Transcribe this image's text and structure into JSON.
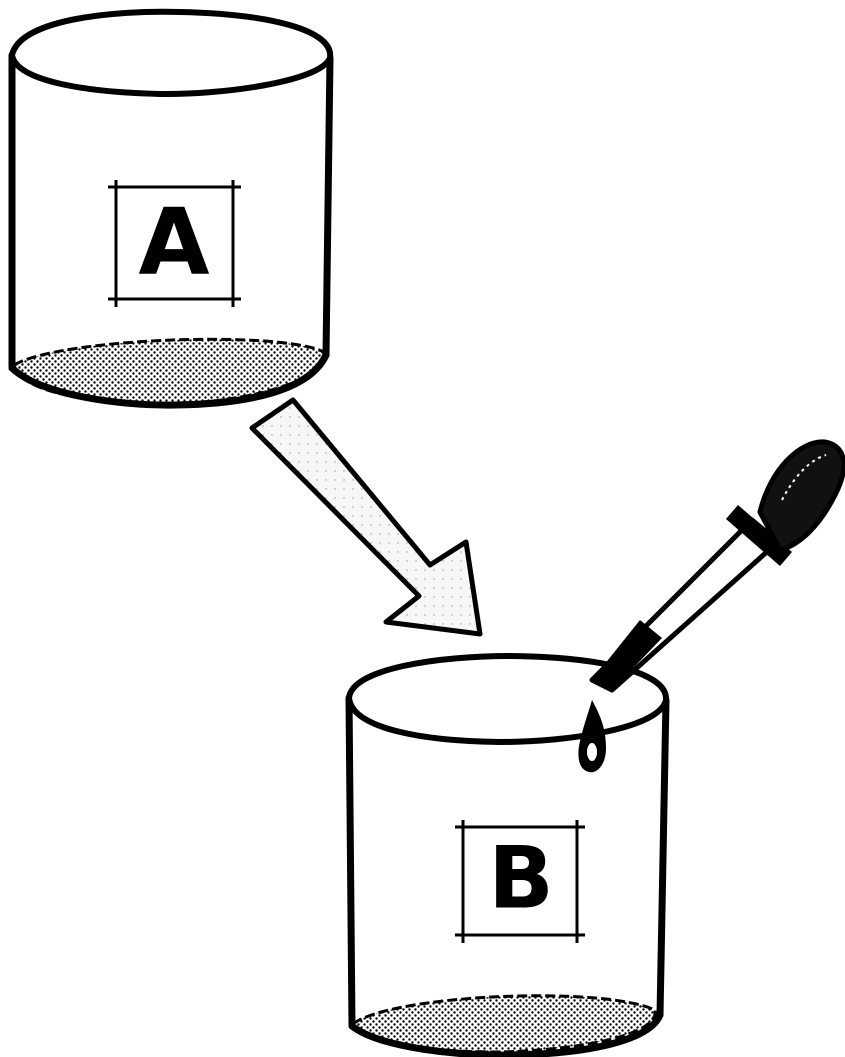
{
  "diagram": {
    "containers": [
      {
        "id": "A",
        "label": "A"
      },
      {
        "id": "B",
        "label": "B"
      }
    ],
    "colors": {
      "ink": "#000000",
      "paper": "#ffffff",
      "arrow_fill": "#f2f2f2",
      "dropper_bulb": "#111111"
    }
  }
}
